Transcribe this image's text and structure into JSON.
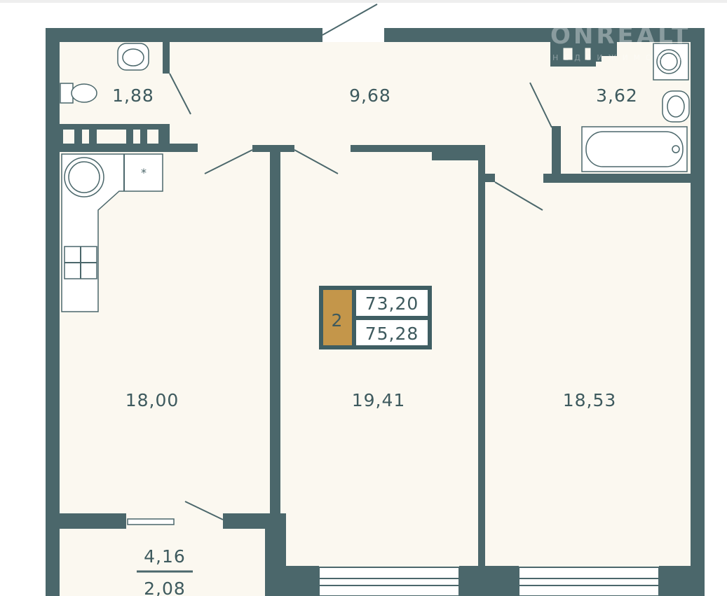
{
  "watermark": {
    "brand": "ONREALT",
    "tagline": "НЕДВИЖИМОСТЬ"
  },
  "apartment": {
    "rooms": "2",
    "living_area": "73,20",
    "total_area": "75,28"
  },
  "rooms": {
    "toilet": "1,88",
    "hall": "9,68",
    "bathroom": "3,62",
    "kitchen": "18,00",
    "middle_room": "19,41",
    "right_room": "18,53",
    "balcony_full": "4,16",
    "balcony_reduced": "2,08"
  },
  "colors": {
    "wall": "#4b676b",
    "floor": "#fbf8f0",
    "badge": "#c4964a"
  }
}
